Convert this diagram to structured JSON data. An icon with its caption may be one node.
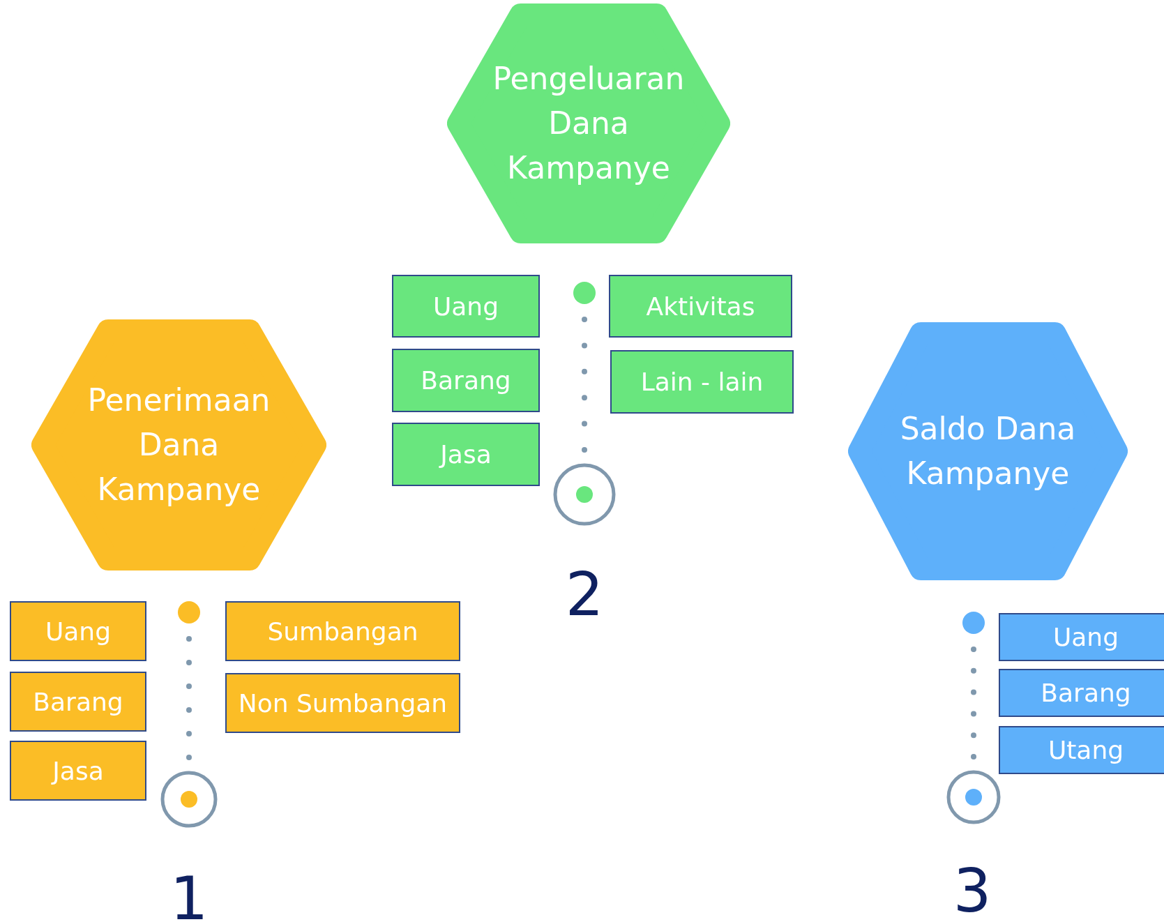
{
  "diagram": {
    "nodes": [
      {
        "text": [
          "Penerimaan Dana Kampanye"
        ]
      },
      {
        "text": [
          "Uang"
        ]
      },
      {
        "text": [
          "Barang"
        ]
      },
      {
        "text": [
          "Jasa"
        ]
      },
      {
        "text": [
          "Sumbangan"
        ]
      },
      {
        "text": [
          "Non Sumbangan"
        ]
      },
      {
        "text": [
          "Pengeluaran Dana Kampanye"
        ]
      },
      {
        "text": [
          "Uang"
        ]
      },
      {
        "text": [
          "Barang"
        ]
      },
      {
        "text": [
          "Jasa"
        ]
      },
      {
        "text": [
          "Aktivitas"
        ]
      },
      {
        "text": [
          "Lain - lain"
        ]
      },
      {
        "text": [
          "Saldo Dana Kampanye"
        ]
      },
      {
        "text": [
          "Uang"
        ]
      },
      {
        "text": [
          "Barang"
        ]
      },
      {
        "text": [
          "Utang"
        ]
      }
    ],
    "labels": [
      "1",
      "2",
      "3"
    ]
  }
}
